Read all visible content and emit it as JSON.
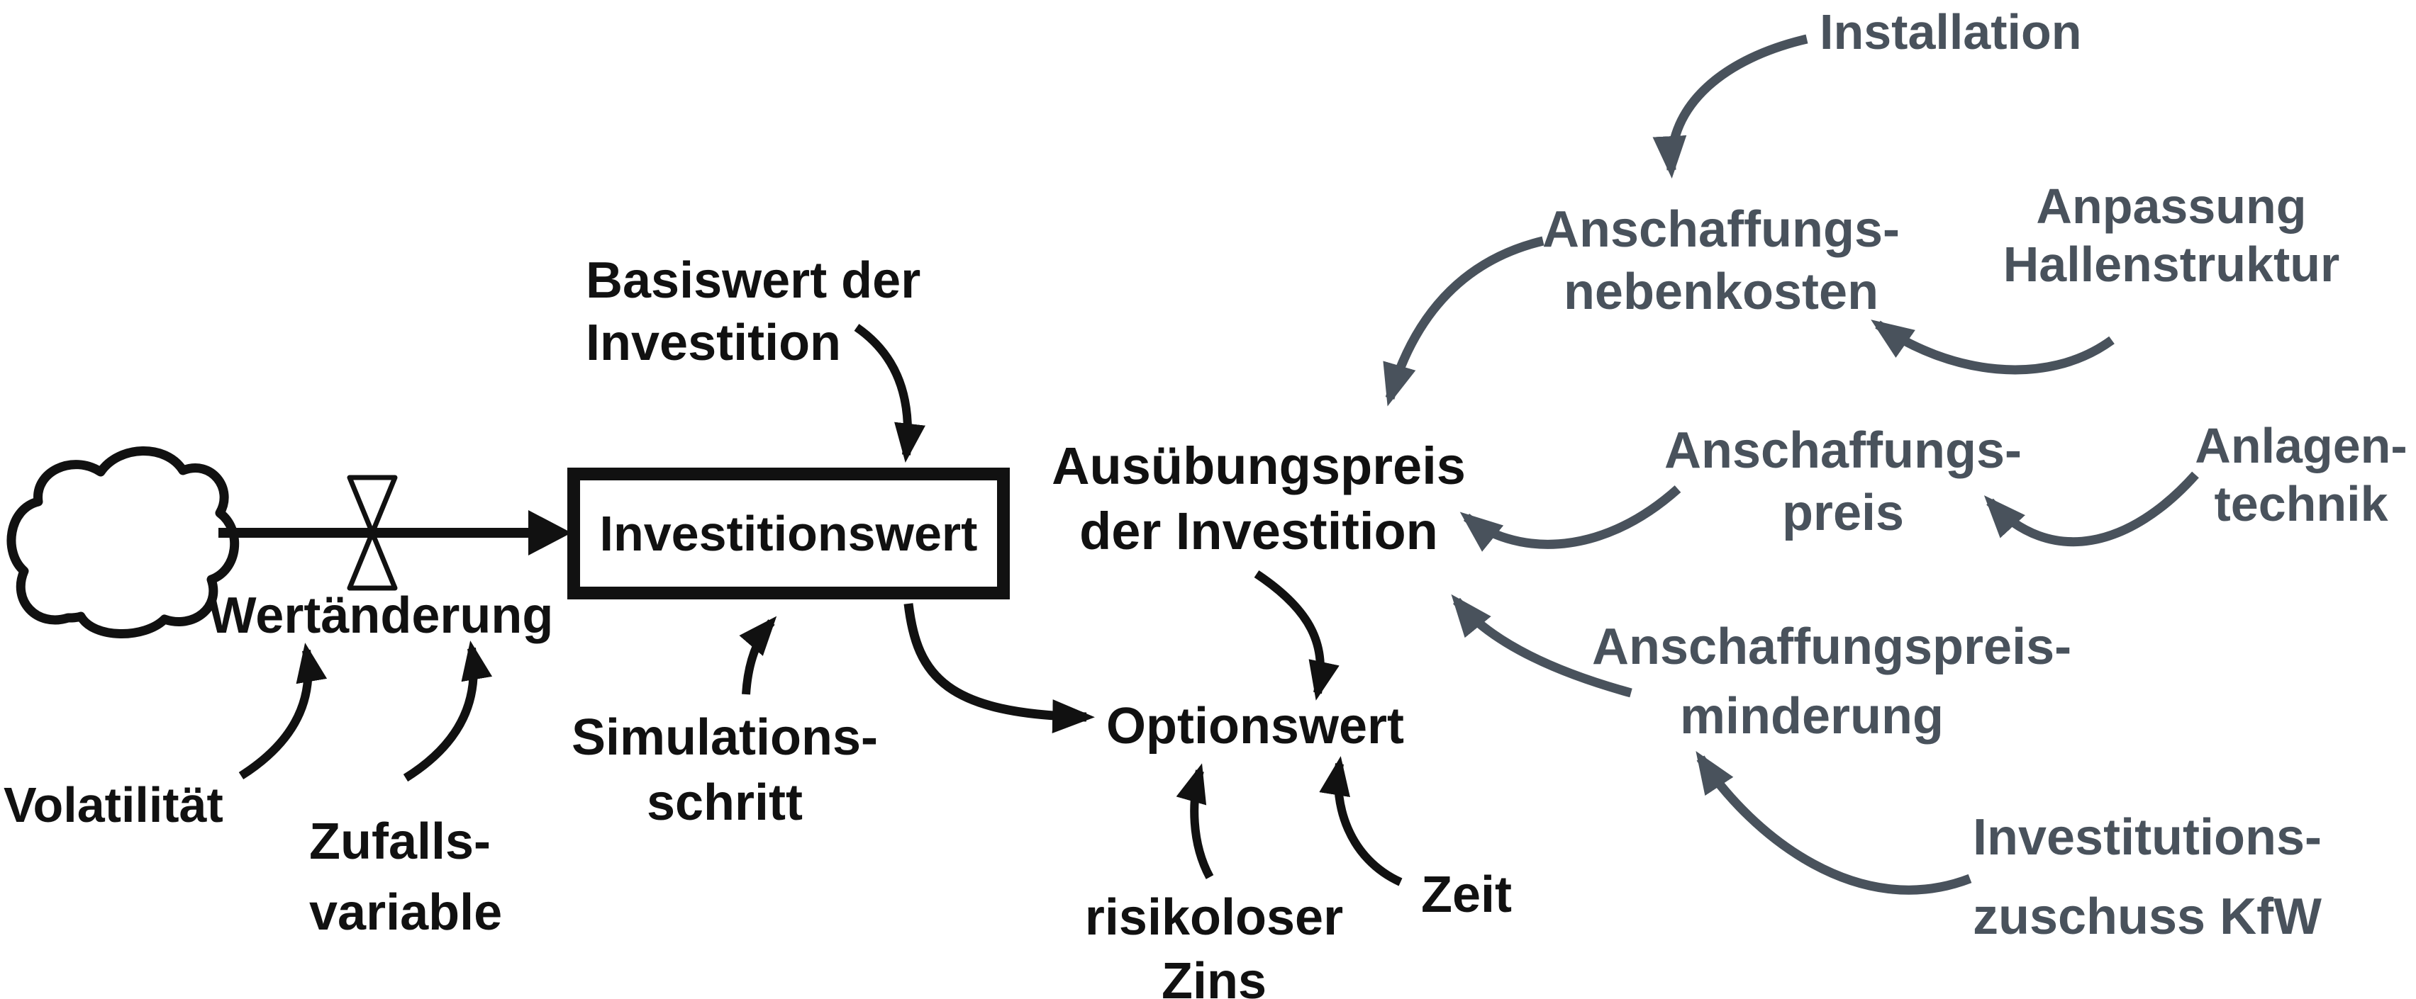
{
  "diagram_type": "stock-flow-diagram",
  "language": "de",
  "colors": {
    "ink": "#111111",
    "muted_gray": "#49525c",
    "background": "#ffffff"
  },
  "icons": {
    "cloud": "cloud-source-icon",
    "valve": "flow-valve-icon",
    "stock": "stock-rectangle"
  },
  "nodes": {
    "volatilitaet": {
      "lines": [
        "Volatilität"
      ]
    },
    "zufallsvariable": {
      "lines": [
        "Zufalls-",
        "variable"
      ]
    },
    "wertaenderung": {
      "lines": [
        "Wertänderung"
      ]
    },
    "basiswert": {
      "lines": [
        "Basiswert der",
        "Investition"
      ]
    },
    "investitionswert": {
      "lines": [
        "Investitionswert"
      ]
    },
    "simulationsschritt": {
      "lines": [
        "Simulations-",
        "schritt"
      ]
    },
    "optionswert": {
      "lines": [
        "Optionswert"
      ]
    },
    "ausuebungspreis": {
      "lines": [
        "Ausübungspreis",
        "der Investition"
      ]
    },
    "risikoloser_zins": {
      "lines": [
        "risikoloser",
        "Zins"
      ]
    },
    "zeit": {
      "lines": [
        "Zeit"
      ]
    },
    "installation": {
      "lines": [
        "Installation"
      ]
    },
    "anschaffungsnebenkosten": {
      "lines": [
        "Anschaffungs-",
        "nebenkosten"
      ]
    },
    "anpassung_hallenstruktur": {
      "lines": [
        "Anpassung",
        "Hallenstruktur"
      ]
    },
    "anschaffungspreis": {
      "lines": [
        "Anschaffungs-",
        "preis"
      ]
    },
    "anlagentechnik": {
      "lines": [
        "Anlagen-",
        "technik"
      ]
    },
    "anschaffungspreisminderung": {
      "lines": [
        "Anschaffungspreis-",
        "minderung"
      ]
    },
    "investitionszuschuss_kfw": {
      "lines": [
        "Investitutions-",
        "zuschuss KfW"
      ]
    }
  },
  "edges": [
    {
      "from": "cloud",
      "to": "investitionswert",
      "via": "wertaenderung",
      "style": "flow",
      "color": "#111111"
    },
    {
      "from": "volatilitaet",
      "to": "wertaenderung",
      "color": "#111111"
    },
    {
      "from": "zufallsvariable",
      "to": "wertaenderung",
      "color": "#111111"
    },
    {
      "from": "basiswert",
      "to": "investitionswert",
      "color": "#111111"
    },
    {
      "from": "simulationsschritt",
      "to": "investitionswert",
      "color": "#111111"
    },
    {
      "from": "investitionswert",
      "to": "optionswert",
      "color": "#111111"
    },
    {
      "from": "ausuebungspreis",
      "to": "optionswert",
      "color": "#111111"
    },
    {
      "from": "risikoloser_zins",
      "to": "optionswert",
      "color": "#111111"
    },
    {
      "from": "zeit",
      "to": "optionswert",
      "color": "#111111"
    },
    {
      "from": "installation",
      "to": "anschaffungsnebenkosten",
      "color": "#49525c"
    },
    {
      "from": "anpassung_hallenstruktur",
      "to": "anschaffungsnebenkosten",
      "color": "#49525c"
    },
    {
      "from": "anschaffungsnebenkosten",
      "to": "ausuebungspreis",
      "color": "#49525c"
    },
    {
      "from": "anlagentechnik",
      "to": "anschaffungspreis",
      "color": "#49525c"
    },
    {
      "from": "anschaffungspreis",
      "to": "ausuebungspreis",
      "color": "#49525c"
    },
    {
      "from": "investitionszuschuss_kfw",
      "to": "anschaffungspreisminderung",
      "color": "#49525c"
    },
    {
      "from": "anschaffungspreisminderung",
      "to": "ausuebungspreis",
      "color": "#49525c"
    }
  ]
}
